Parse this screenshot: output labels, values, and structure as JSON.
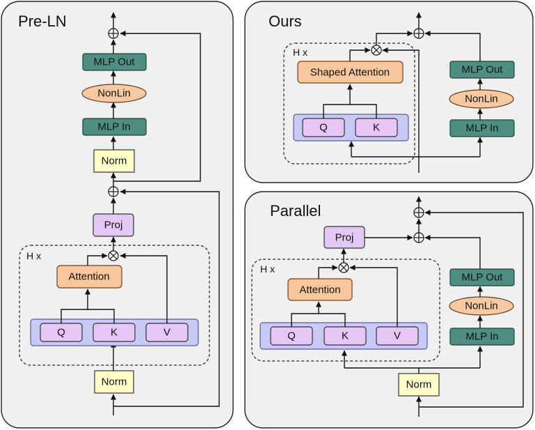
{
  "panels": {
    "preln": {
      "title": "Pre-LN"
    },
    "ours": {
      "title": "Ours"
    },
    "parallel": {
      "title": "Parallel"
    }
  },
  "blocks": {
    "mlp_out": "MLP Out",
    "nonlin": "NonLin",
    "mlp_in": "MLP In",
    "norm": "Norm",
    "proj": "Proj",
    "attention": "Attention",
    "shaped_attention": "Shaped Attention",
    "q": "Q",
    "k": "K",
    "v": "V",
    "heads": "H x"
  },
  "colors": {
    "mlp": "#4f8f82",
    "nonlin": "#f7c9a0",
    "attention": "#f8c79b",
    "norm": "#ffffc8",
    "proj": "#e3c8f5",
    "qkv_container": "#c9c9f6",
    "panel": "#f0f0f0"
  }
}
